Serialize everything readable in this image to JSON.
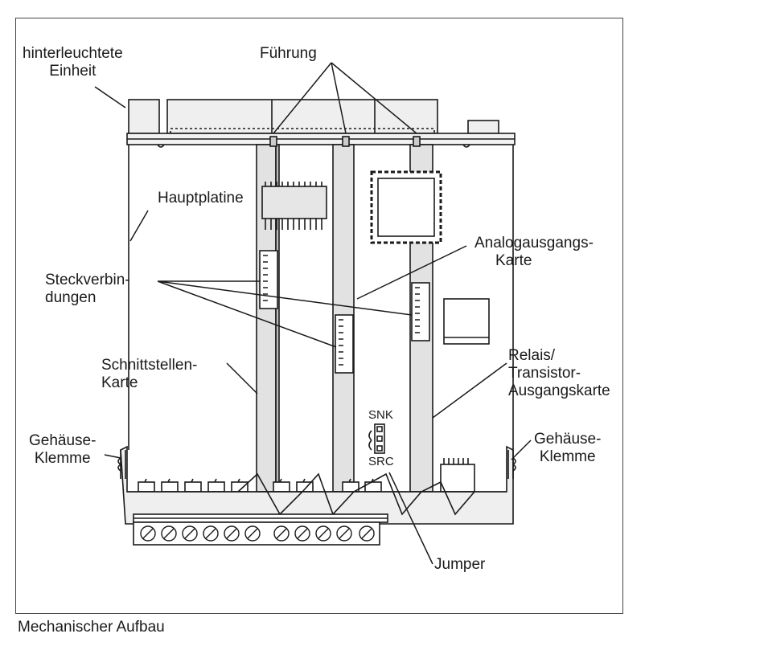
{
  "labels": {
    "hinterleuchtete_einheit": [
      "hinterleuchtete",
      "Einheit"
    ],
    "fuehrung": "Führung",
    "hauptplatine": "Hauptplatine",
    "analogausgangs_karte": [
      "Analogausgangs-",
      "Karte"
    ],
    "steckverbindungen": [
      "Steckverbin-",
      "dungen"
    ],
    "schnittstellen_karte": [
      "Schnittstellen-",
      "Karte"
    ],
    "relais_ausgangskarte": [
      "Relais/",
      "Transistor-",
      "Ausgangskarte"
    ],
    "gehaeuse_klemme_left": [
      "Gehäuse-",
      "Klemme"
    ],
    "gehaeuse_klemme_right": [
      "Gehäuse-",
      "Klemme"
    ],
    "jumper": "Jumper",
    "snk": "SNK",
    "src": "SRC"
  },
  "caption": "Mechanischer Aufbau",
  "colors": {
    "line": "#1a1a1a",
    "chip_fill": "#e6e6e6",
    "card_fill": "#e2e2e2",
    "housing_fill": "#efefef"
  }
}
